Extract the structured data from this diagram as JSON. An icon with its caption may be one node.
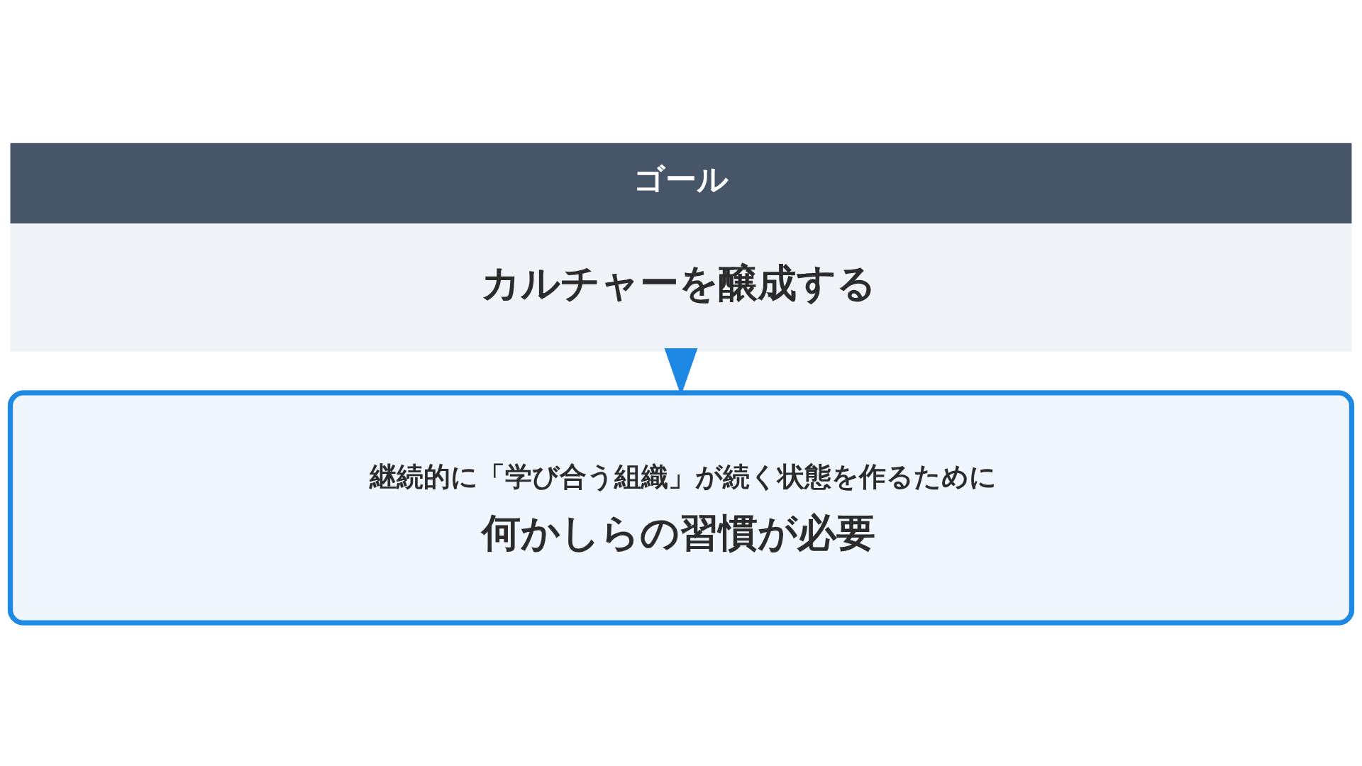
{
  "diagram": {
    "nodes": [
      {
        "text": [
          "ゴール",
          "カルチャーを醸成する"
        ]
      },
      {
        "text": [
          "継続的に「学び合う組織」が続く状態を作るために",
          "何かしらの習慣が必要"
        ]
      }
    ],
    "edges": [
      {
        "from": 0,
        "to": 1,
        "arrow": "to"
      }
    ]
  }
}
